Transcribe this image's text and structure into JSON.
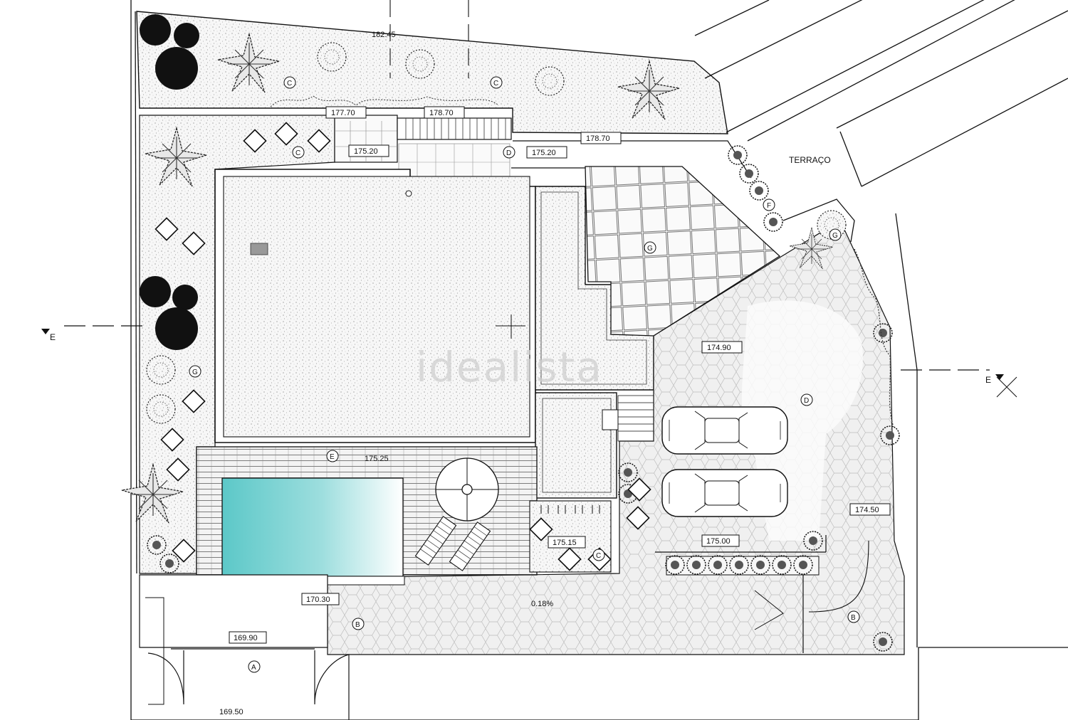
{
  "watermark": "idealista",
  "terrace_label": "TERRAÇO",
  "slope_label": "0.18%",
  "section_marks": {
    "left": "E",
    "right": "E"
  },
  "elevations": {
    "top_182_45": "182.45",
    "e177_70": "177.70",
    "e178_70_stairs": "178.70",
    "e178_70_right": "178.70",
    "e175_20_left": "175.20",
    "e175_20_right": "175.20",
    "e174_90": "174.90",
    "e175_25_deck": "175.25",
    "e175_15": "175.15",
    "e175_00": "175.00",
    "e174_50": "174.50",
    "e170_30": "170.30",
    "e169_90": "169.90",
    "e169_50": "169.50"
  },
  "zones": {
    "c1": "C",
    "c2": "C",
    "c3": "C",
    "c4": "C",
    "d1": "D",
    "d2": "D",
    "g1": "G",
    "g2": "G",
    "g3": "G",
    "f1": "F",
    "e1": "E",
    "b1": "B",
    "b2": "B",
    "a1": "A"
  },
  "colors": {
    "pool_start": "#5cc8c8",
    "pool_end": "#ffffff",
    "line": "#111111",
    "texture": "#f1f1f1"
  }
}
